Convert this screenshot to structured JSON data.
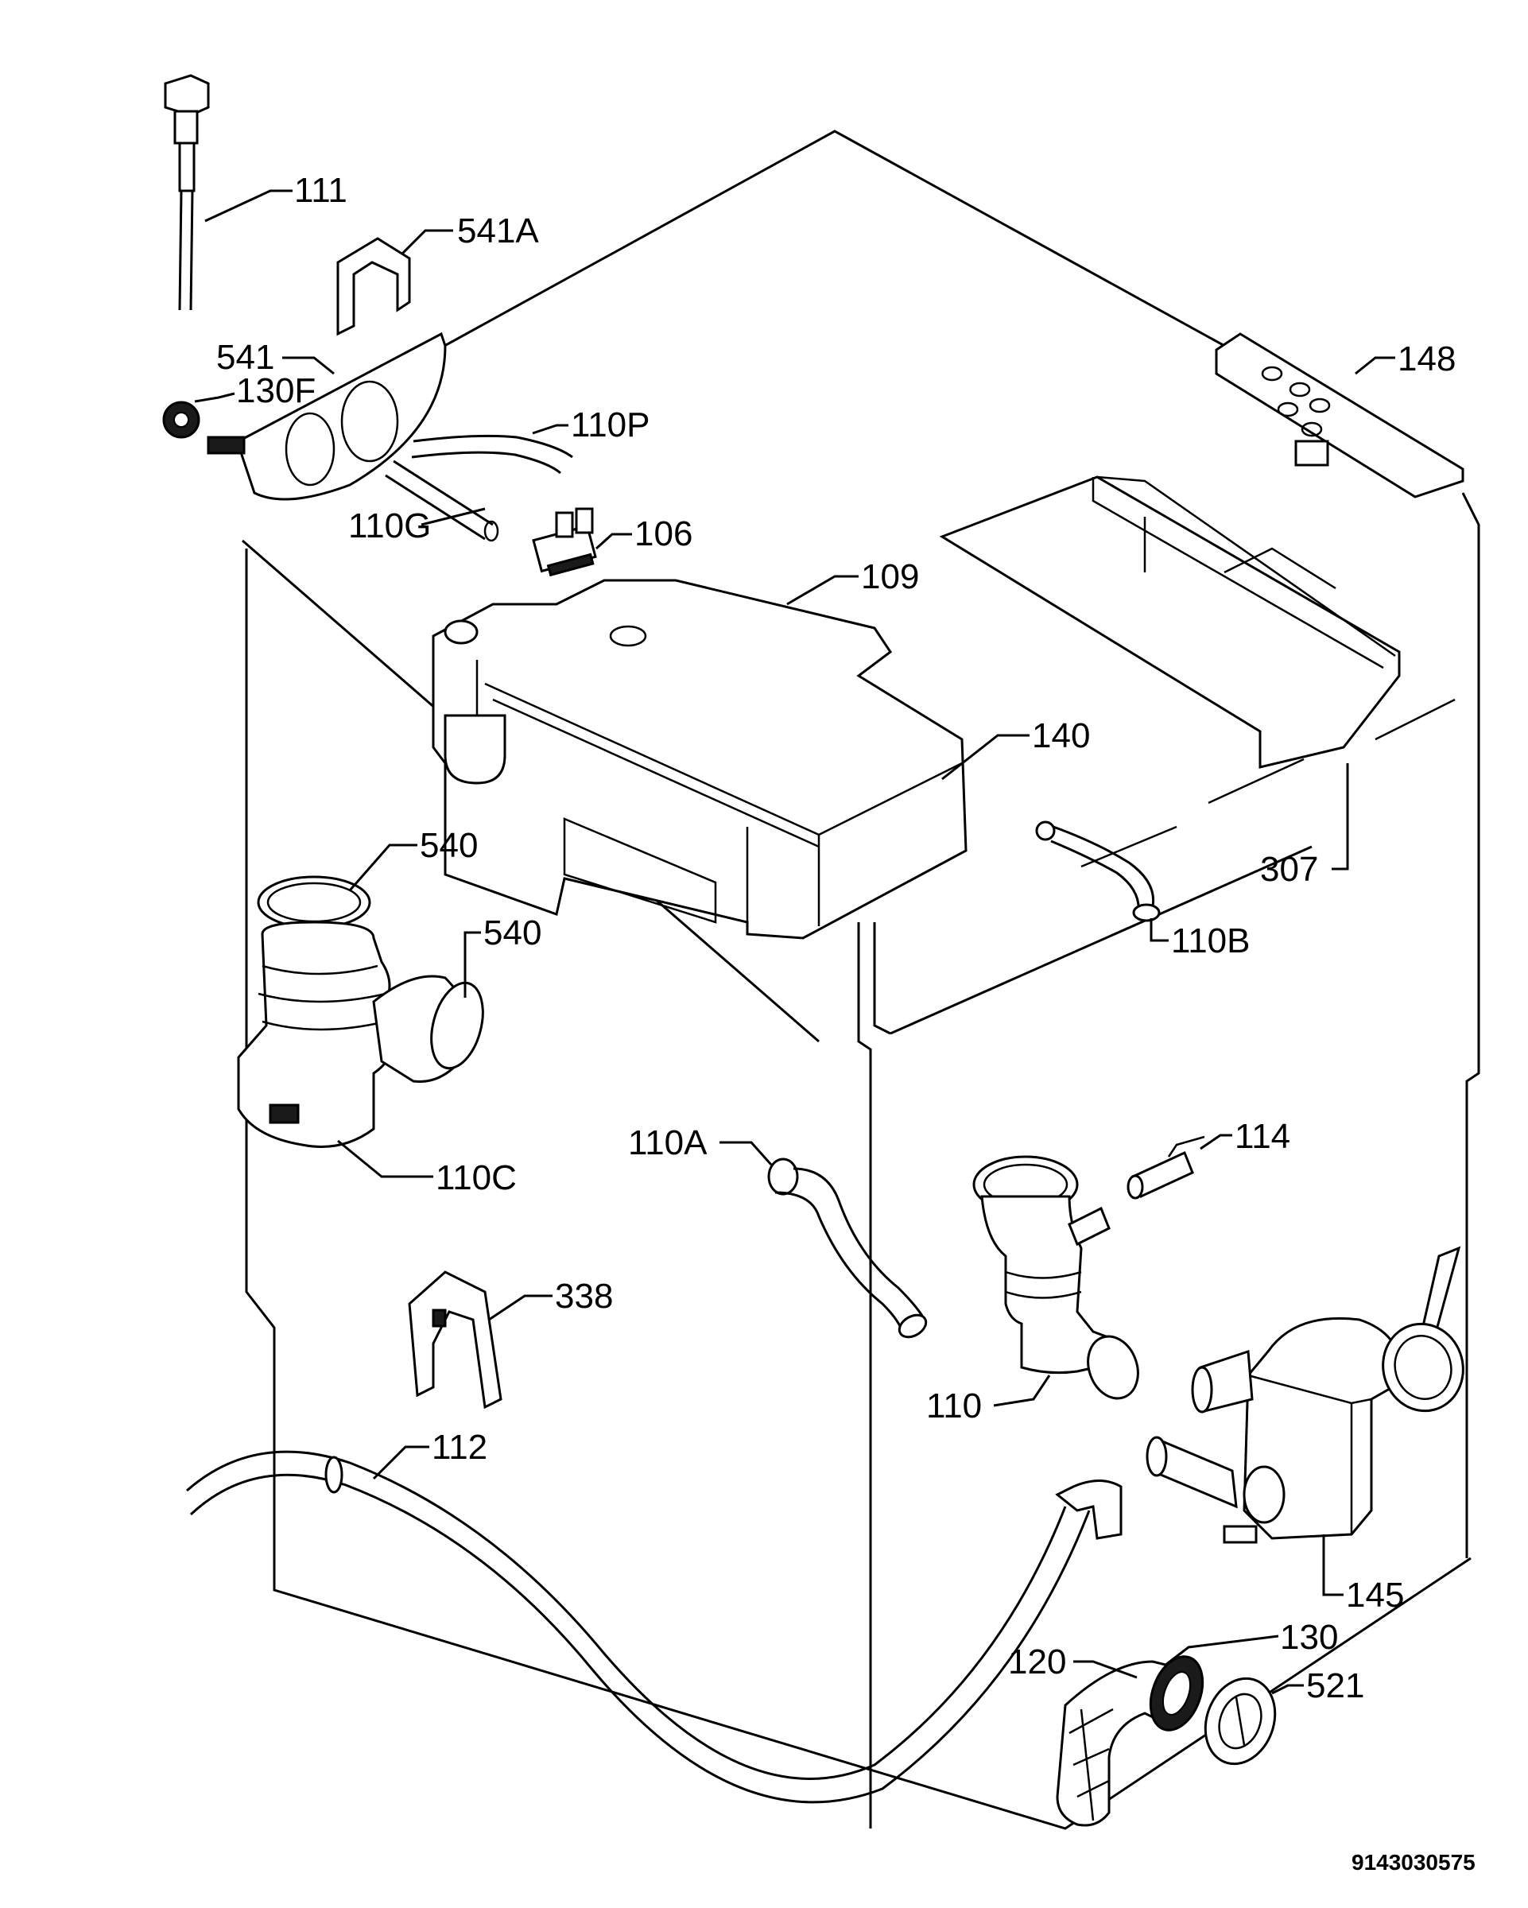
{
  "labels": {
    "111": "111",
    "541A": "541A",
    "148": "148",
    "541": "541",
    "130F": "130F",
    "110P": "110P",
    "110G": "110G",
    "106": "106",
    "109": "109",
    "140": "140",
    "307": "307",
    "540a": "540",
    "540b": "540",
    "110B": "110B",
    "110C": "110C",
    "110A": "110A",
    "114": "114",
    "338": "338",
    "110": "110",
    "112": "112",
    "145": "145",
    "130": "130",
    "120": "120",
    "521": "521"
  },
  "doc_number": "9143030575"
}
